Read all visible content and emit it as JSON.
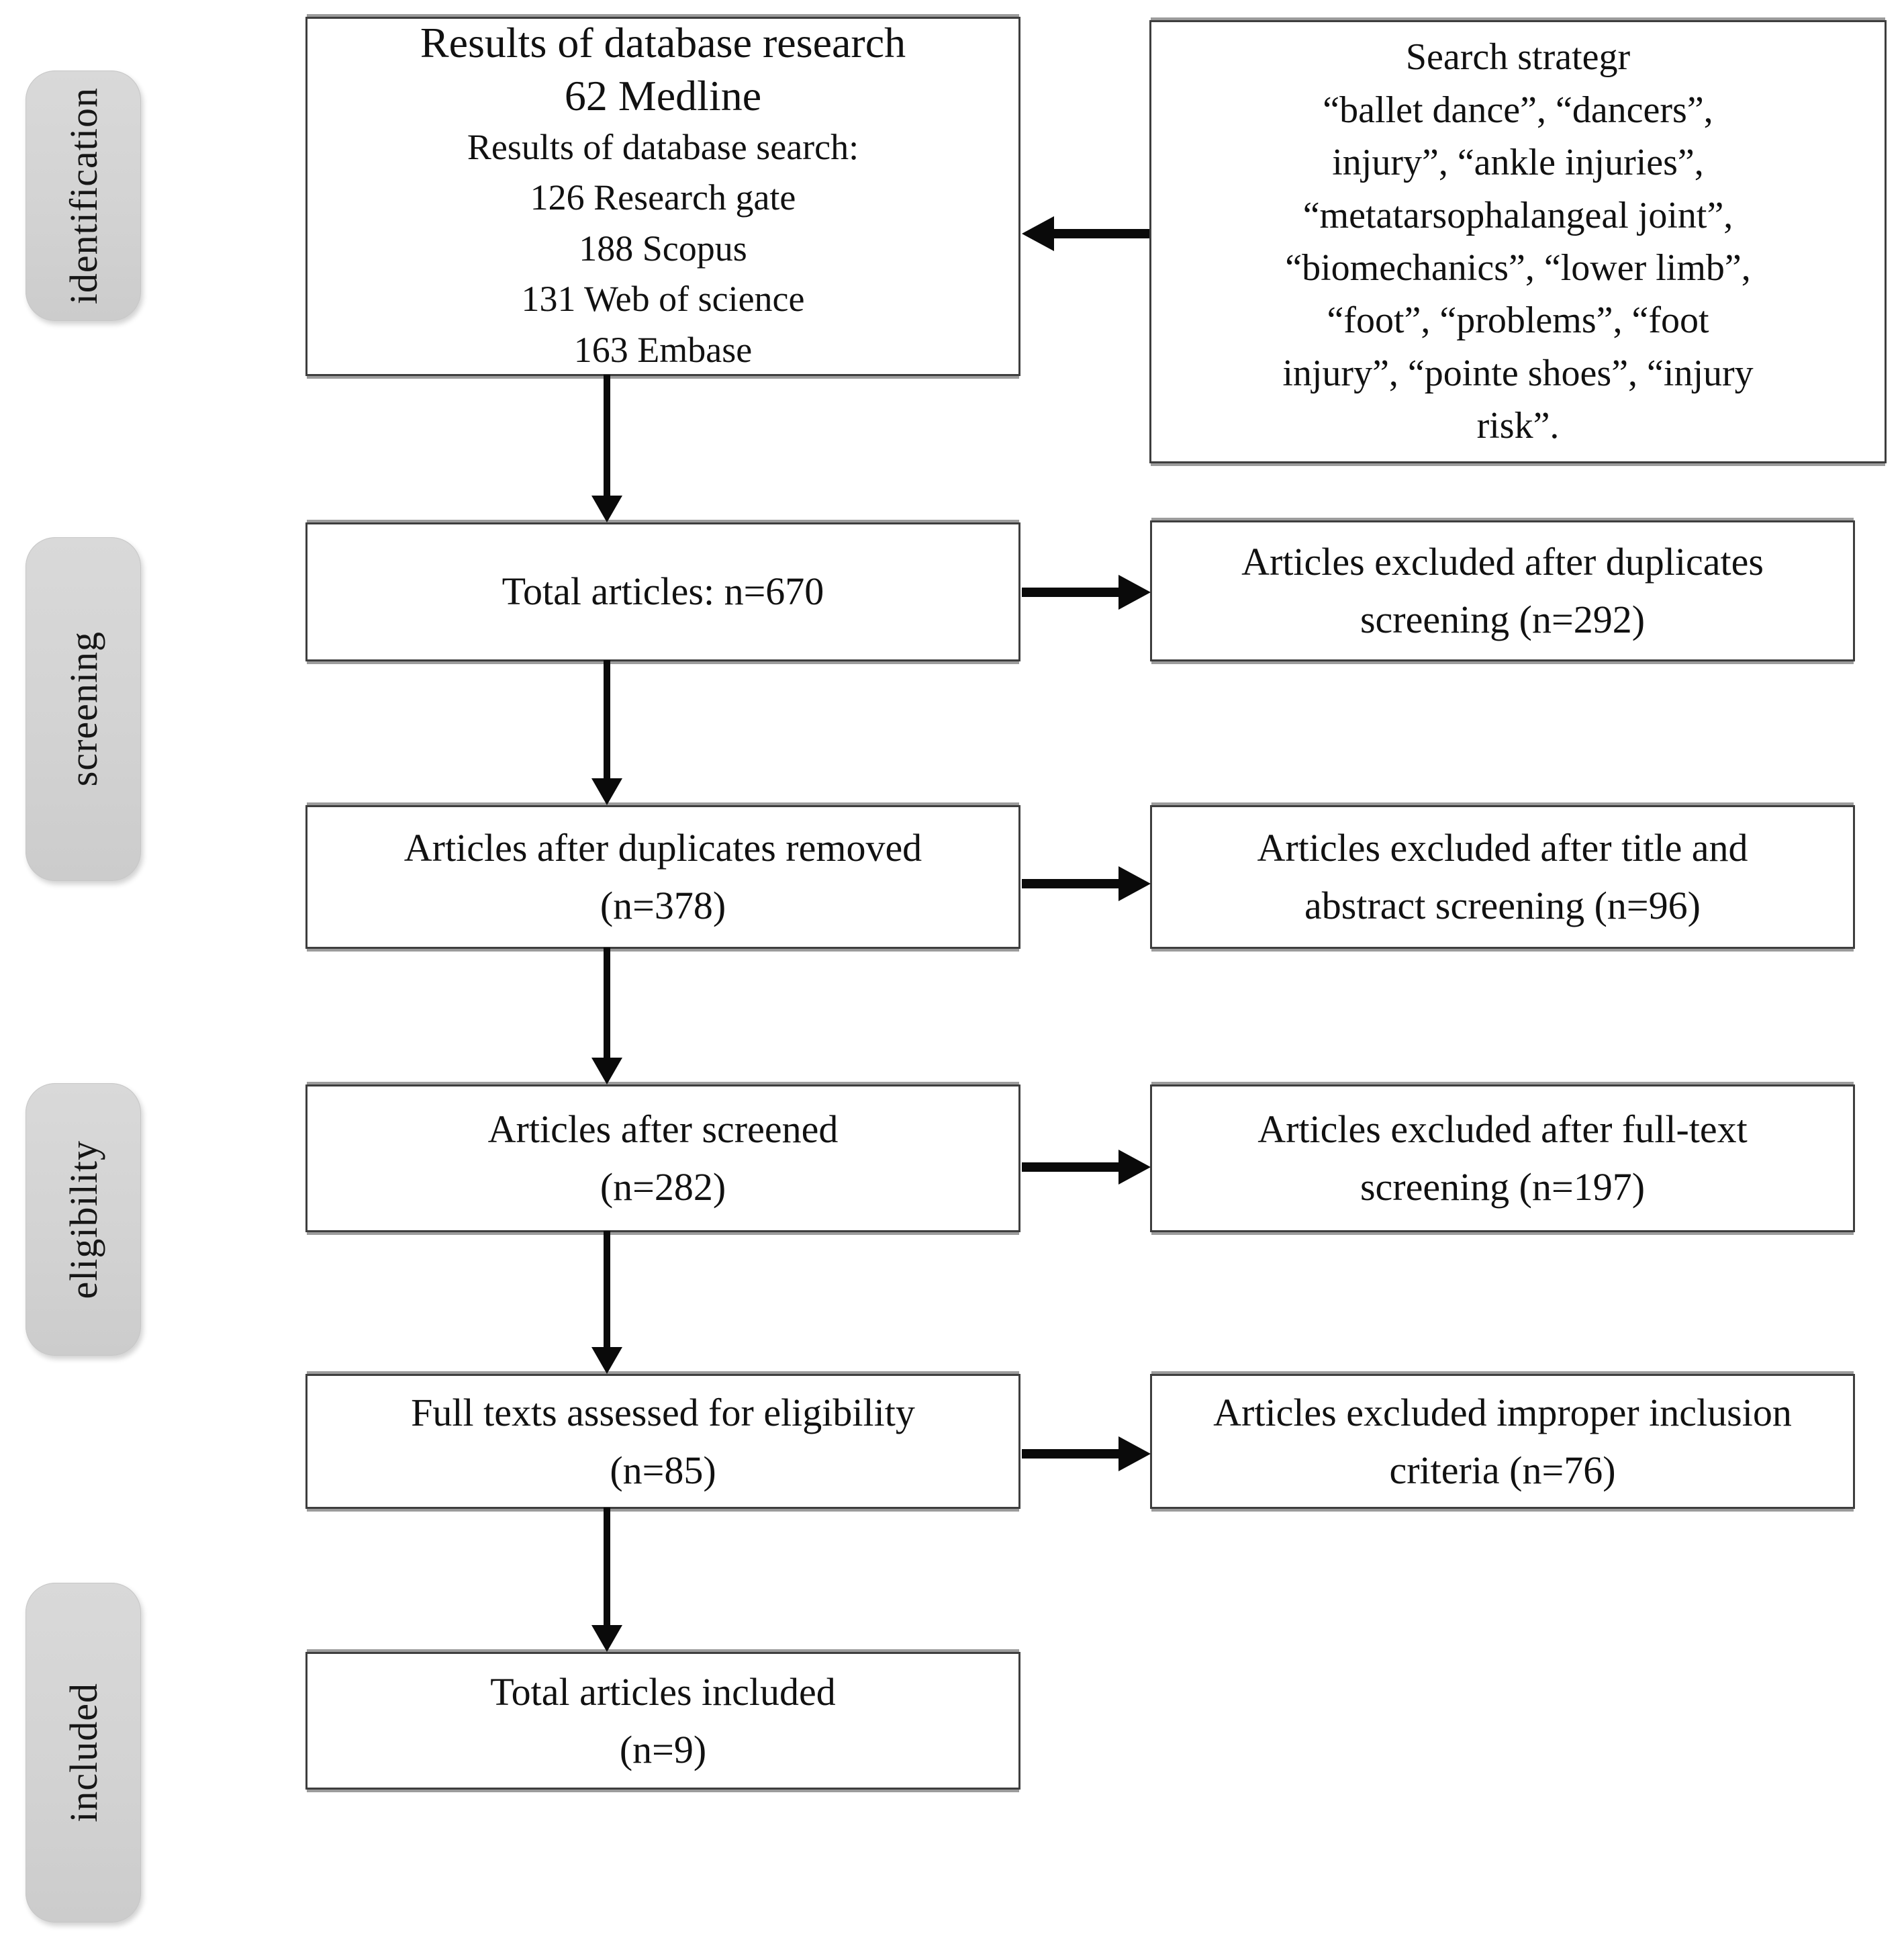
{
  "diagram": {
    "type": "prisma-flow-diagram",
    "stages": [
      "identification",
      "screening",
      "eligibility",
      "included"
    ],
    "flow_boxes": [
      {
        "id": "database-results",
        "lines": [
          "Results of database research",
          "62 Medline",
          "Results of database search:",
          "126 Research gate",
          "188 Scopus",
          "131 Web of science",
          "163 Embase"
        ]
      },
      {
        "id": "total-articles",
        "lines": [
          "Total articles: n=670"
        ]
      },
      {
        "id": "after-duplicates-removed",
        "lines": [
          "Articles after duplicates removed",
          "(n=378)"
        ]
      },
      {
        "id": "after-screened",
        "lines": [
          "Articles after screened",
          "(n=282)"
        ]
      },
      {
        "id": "full-texts-assessed",
        "lines": [
          "Full texts assessed for eligibility",
          "(n=85)"
        ]
      },
      {
        "id": "total-included",
        "lines": [
          "Total articles included",
          "(n=9)"
        ]
      }
    ],
    "side_boxes": [
      {
        "id": "search-strategy",
        "lines": [
          "Search strategr",
          "“ballet dance”, “dancers”,",
          "injury”, “ankle injuries”,",
          "“metatarsophalangeal joint”,",
          "“biomechanics”, “lower limb”,",
          "“foot”, “problems”, “foot",
          "injury”, “pointe shoes”, “injury",
          "risk”."
        ]
      },
      {
        "id": "excluded-duplicates",
        "lines": [
          "Articles excluded after duplicates",
          "screening (n=292)"
        ]
      },
      {
        "id": "excluded-title-abstract",
        "lines": [
          "Articles excluded after title and",
          "abstract screening (n=96)"
        ]
      },
      {
        "id": "excluded-full-text",
        "lines": [
          "Articles excluded after full-text",
          "screening (n=197)"
        ]
      },
      {
        "id": "excluded-improper-criteria",
        "lines": [
          "Articles excluded improper inclusion",
          "criteria (n=76)"
        ]
      }
    ]
  },
  "colors": {
    "text": "#111111",
    "box_border": "#3e3e3e",
    "box_edge_gray": "#9c9c9c",
    "stage_bg": "#d3d3d3",
    "arrow": "#0a0a0a"
  }
}
